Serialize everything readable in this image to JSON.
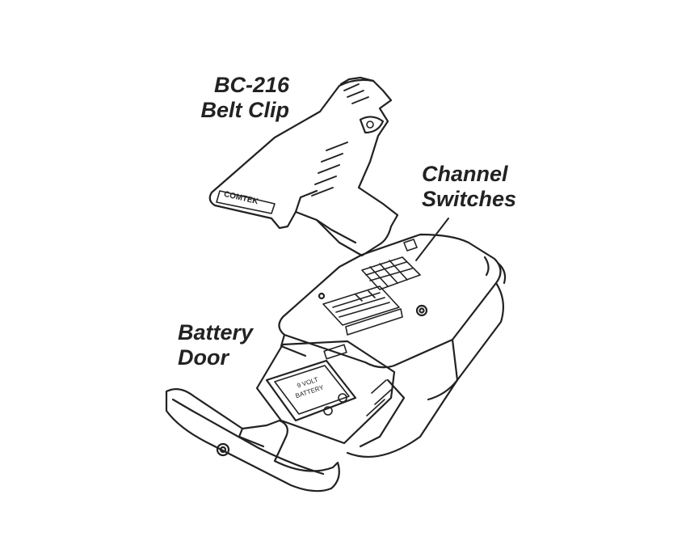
{
  "callouts": {
    "belt_clip": {
      "line1": "BC-216",
      "line2": "Belt Clip"
    },
    "channel_switches": {
      "line1": "Channel",
      "line2": "Switches"
    },
    "battery_door": {
      "line1": "Battery",
      "line2": "Door"
    }
  },
  "parts": {
    "clip_brand": "COMTEK",
    "battery_label_line1": "9 VOLT",
    "battery_label_line2": "BATTERY"
  },
  "colors": {
    "ink": "#222222",
    "paper": "#ffffff"
  }
}
